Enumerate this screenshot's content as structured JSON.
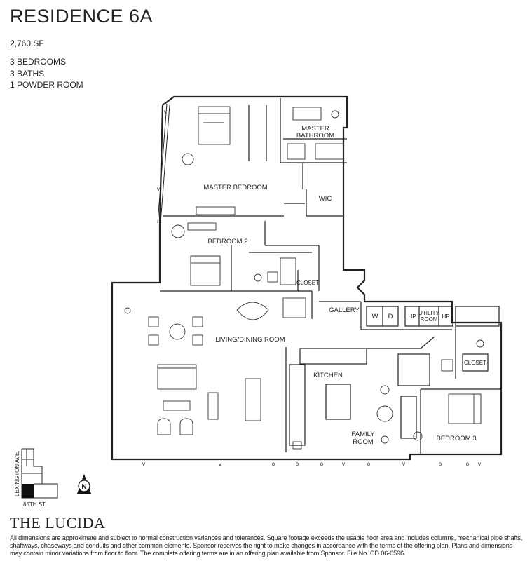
{
  "header": {
    "title": "RESIDENCE 6A",
    "area": "2,760 SF",
    "rooms": [
      "3 BEDROOMS",
      "3 BATHS",
      "1 POWDER ROOM"
    ]
  },
  "plan": {
    "labels": {
      "master_bathroom_1": "MASTER",
      "master_bathroom_2": "BATHROOM",
      "master_bedroom": "MASTER BEDROOM",
      "wic": "WIC",
      "bedroom_2": "BEDROOM 2",
      "closet_1": "CLOSET",
      "gallery": "GALLERY",
      "wd_w": "W",
      "wd_d": "D",
      "hp_1": "HP",
      "utility_1": "UTILITY",
      "utility_2": "ROOM",
      "hp_2": "HP",
      "living": "LIVING/DINING ROOM",
      "kitchen": "KITCHEN",
      "closet_2": "CLOSET",
      "family_1": "FAMILY",
      "family_2": "ROOM",
      "bedroom_3": "BEDROOM 3"
    }
  },
  "keyplan": {
    "street_vertical": "LEXINGTON AVE.",
    "street_horizontal": "85TH ST.",
    "north": "N"
  },
  "footer": {
    "brand": "THE LUCIDA",
    "disclaimer": "All dimensions are approximate and subject to normal construction variances and tolerances. Square footage exceeds the usable floor area and includes columns, mechanical pipe shafts, shaftways, chaseways and conduits and other common elements. Sponsor reserves the right to make changes in accordance with the terms of the offering plan. Plans and dimensions may contain minor variations from floor to floor. The complete offering terms are in an offering plan available from Sponsor. File No. CD 06-0596."
  },
  "colors": {
    "ink": "#222222",
    "keyplan_fill": "#111111"
  }
}
